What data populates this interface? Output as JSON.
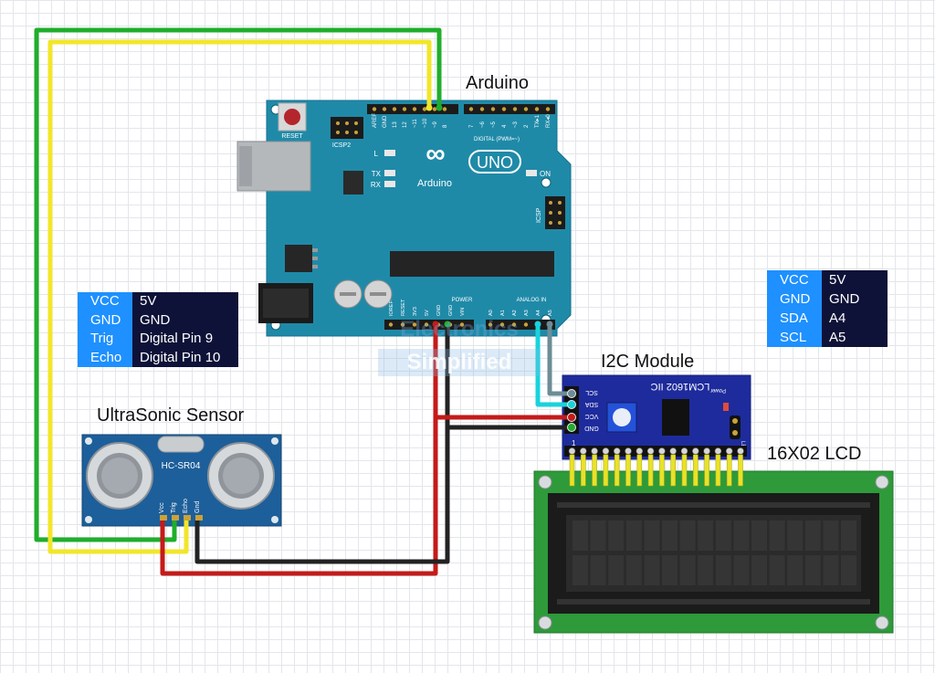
{
  "titles": {
    "arduino": "Arduino",
    "ultrasonic": "UltraSonic Sensor",
    "i2c": "I2C Module",
    "lcd": "16X02 LCD"
  },
  "ultrasonic_table": [
    {
      "pin": "VCC",
      "conn": "5V"
    },
    {
      "pin": "GND",
      "conn": "GND"
    },
    {
      "pin": "Trig",
      "conn": "Digital Pin 9"
    },
    {
      "pin": "Echo",
      "conn": "Digital Pin 10"
    }
  ],
  "i2c_table": [
    {
      "pin": "VCC",
      "conn": "5V"
    },
    {
      "pin": "GND",
      "conn": "GND"
    },
    {
      "pin": "SDA",
      "conn": "A4"
    },
    {
      "pin": "SCL",
      "conn": "A5"
    }
  ],
  "arduino_board": {
    "reset": "RESET",
    "icsp2": "ICSP2",
    "icsp": "ICSP",
    "uno": "UNO",
    "brand": "Arduino",
    "digital": "DIGITAL (PWM=~)",
    "on": "ON",
    "l": "L",
    "tx": "TX",
    "rx": "RX",
    "power": "POWER",
    "analog": "ANALOG IN",
    "digital_pins": [
      "AREF",
      "GND",
      "13",
      "12",
      "~11",
      "~10",
      "~9",
      "8",
      "7",
      "~6",
      "~5",
      "4",
      "~3",
      "2",
      "TX▸1",
      "RX◂0"
    ],
    "power_pins": [
      "IOREF",
      "RESET",
      "3V3",
      "5V",
      "GND",
      "GND",
      "VIN"
    ],
    "analog_pins": [
      "A0",
      "A1",
      "A2",
      "A3",
      "A4",
      "A5"
    ]
  },
  "sensor_board": {
    "model": "HC-SR04",
    "pins": [
      "Vcc",
      "Trig",
      "Echo",
      "Gnd"
    ]
  },
  "i2c_board": {
    "label": "LCM1602 IIC",
    "pins": [
      "SCL",
      "SDA",
      "VCC",
      "GND"
    ],
    "power": "Power",
    "led": "LED",
    "pin_first": "1",
    "pin_last": "16"
  },
  "watermark": {
    "line1": "Electronics",
    "line2": "Simplified"
  },
  "colors": {
    "arduino": "#1f8aa8",
    "sensor": "#1d5f9a",
    "i2c": "#1e2b9c",
    "lcd_pcb": "#2e9a3a",
    "wire_green": "#1fae2b",
    "wire_yellow": "#f2e62a",
    "wire_red": "#c41a1a",
    "wire_black": "#222222",
    "wire_cyan": "#18d3dc",
    "wire_gray": "#6d8d96"
  }
}
